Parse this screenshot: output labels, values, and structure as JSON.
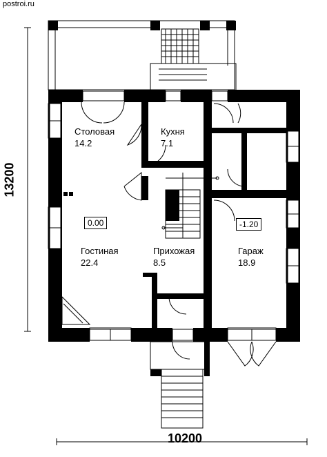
{
  "watermark": "postroi.ru",
  "dimensions": {
    "height": "13200",
    "width": "10200"
  },
  "rooms": [
    {
      "name": "Столовая",
      "area": "14.2"
    },
    {
      "name": "Кухня",
      "area": "7.1"
    },
    {
      "name": "Гостиная",
      "area": "22.4"
    },
    {
      "name": "Прихожая",
      "area": "8.5"
    },
    {
      "name": "Гараж",
      "area": "18.9"
    }
  ],
  "levels": {
    "main": "0.00",
    "garage": "-1.20"
  },
  "colors": {
    "wall": "#000000",
    "background": "#ffffff"
  }
}
